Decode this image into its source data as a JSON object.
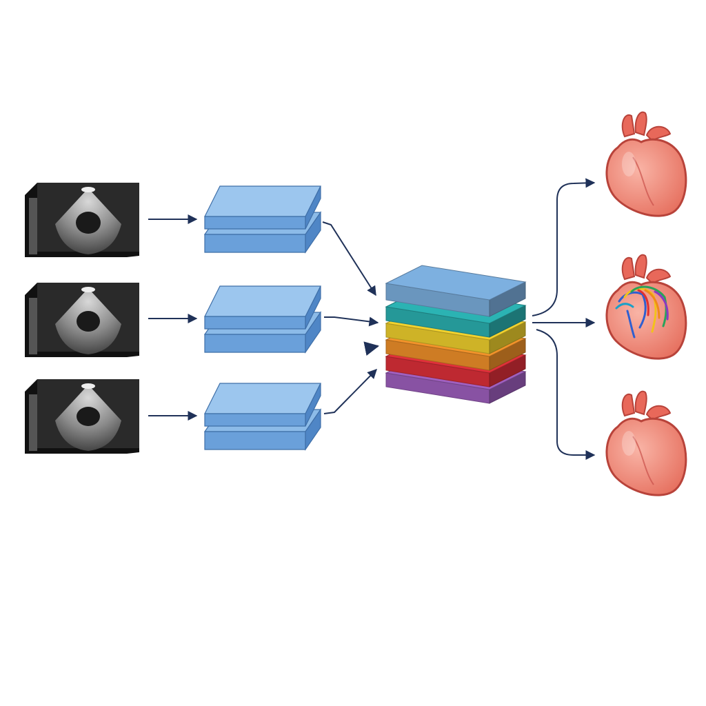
{
  "diagram": {
    "inputs": [
      {
        "kind": "ultrasound-volume"
      },
      {
        "kind": "ultrasound-volume"
      },
      {
        "kind": "ultrasound-volume"
      }
    ],
    "encoders": [
      {
        "kind": "two-layer-block"
      },
      {
        "kind": "two-layer-block"
      },
      {
        "kind": "two-layer-block"
      }
    ],
    "fusion": {
      "kind": "layer-stack",
      "layer_colors": [
        "#7db0e0",
        "#2bb3b3",
        "#f2d22e",
        "#f2922a",
        "#e0303a",
        "#a060c0"
      ]
    },
    "outputs": [
      {
        "kind": "heart-icon",
        "overlay": "none"
      },
      {
        "kind": "heart-icon",
        "overlay": "colored-fibers"
      },
      {
        "kind": "heart-icon",
        "overlay": "none"
      }
    ],
    "colors": {
      "arrow": "#1f3158",
      "block_top": "#8cbbe8",
      "block_side": "#4f86c6",
      "heart_fill": "#f08878",
      "heart_stroke": "#b8433a"
    }
  }
}
